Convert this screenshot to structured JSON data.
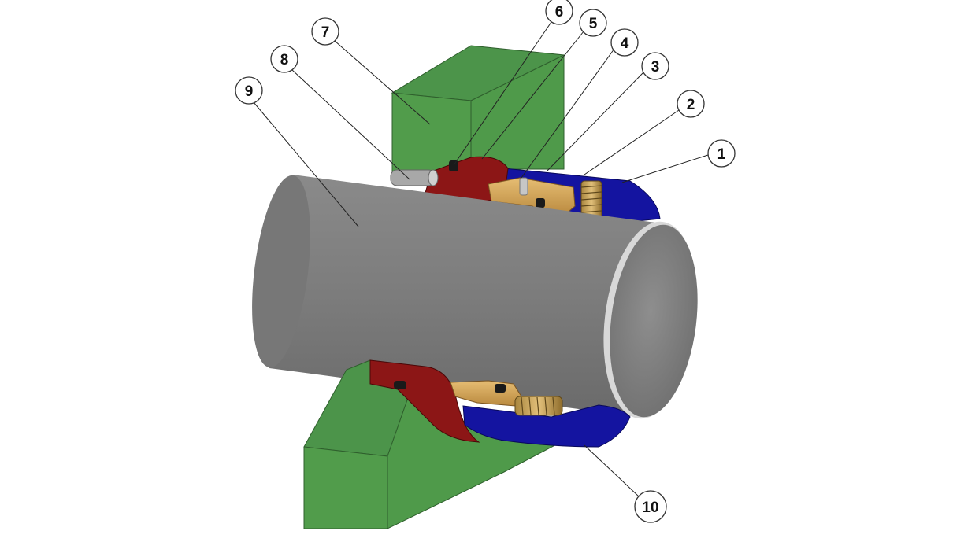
{
  "diagram": {
    "title": "",
    "callouts": [
      {
        "id": "c1",
        "label": "1"
      },
      {
        "id": "c2",
        "label": "2"
      },
      {
        "id": "c3",
        "label": "3"
      },
      {
        "id": "c4",
        "label": "4"
      },
      {
        "id": "c5",
        "label": "5"
      },
      {
        "id": "c6",
        "label": "6"
      },
      {
        "id": "c7",
        "label": "7"
      },
      {
        "id": "c8",
        "label": "8"
      },
      {
        "id": "c9",
        "label": "9"
      },
      {
        "id": "c10",
        "label": "10"
      }
    ]
  },
  "colors": {
    "housing": "#4f9a4a",
    "housing_dark": "#3c7d38",
    "rotating_ring": "#8c1616",
    "stationary_sleeve": "#1414a0",
    "brass": "#d0a055",
    "shaft": "#7b7b7b",
    "oring": "#1a1a1a"
  }
}
